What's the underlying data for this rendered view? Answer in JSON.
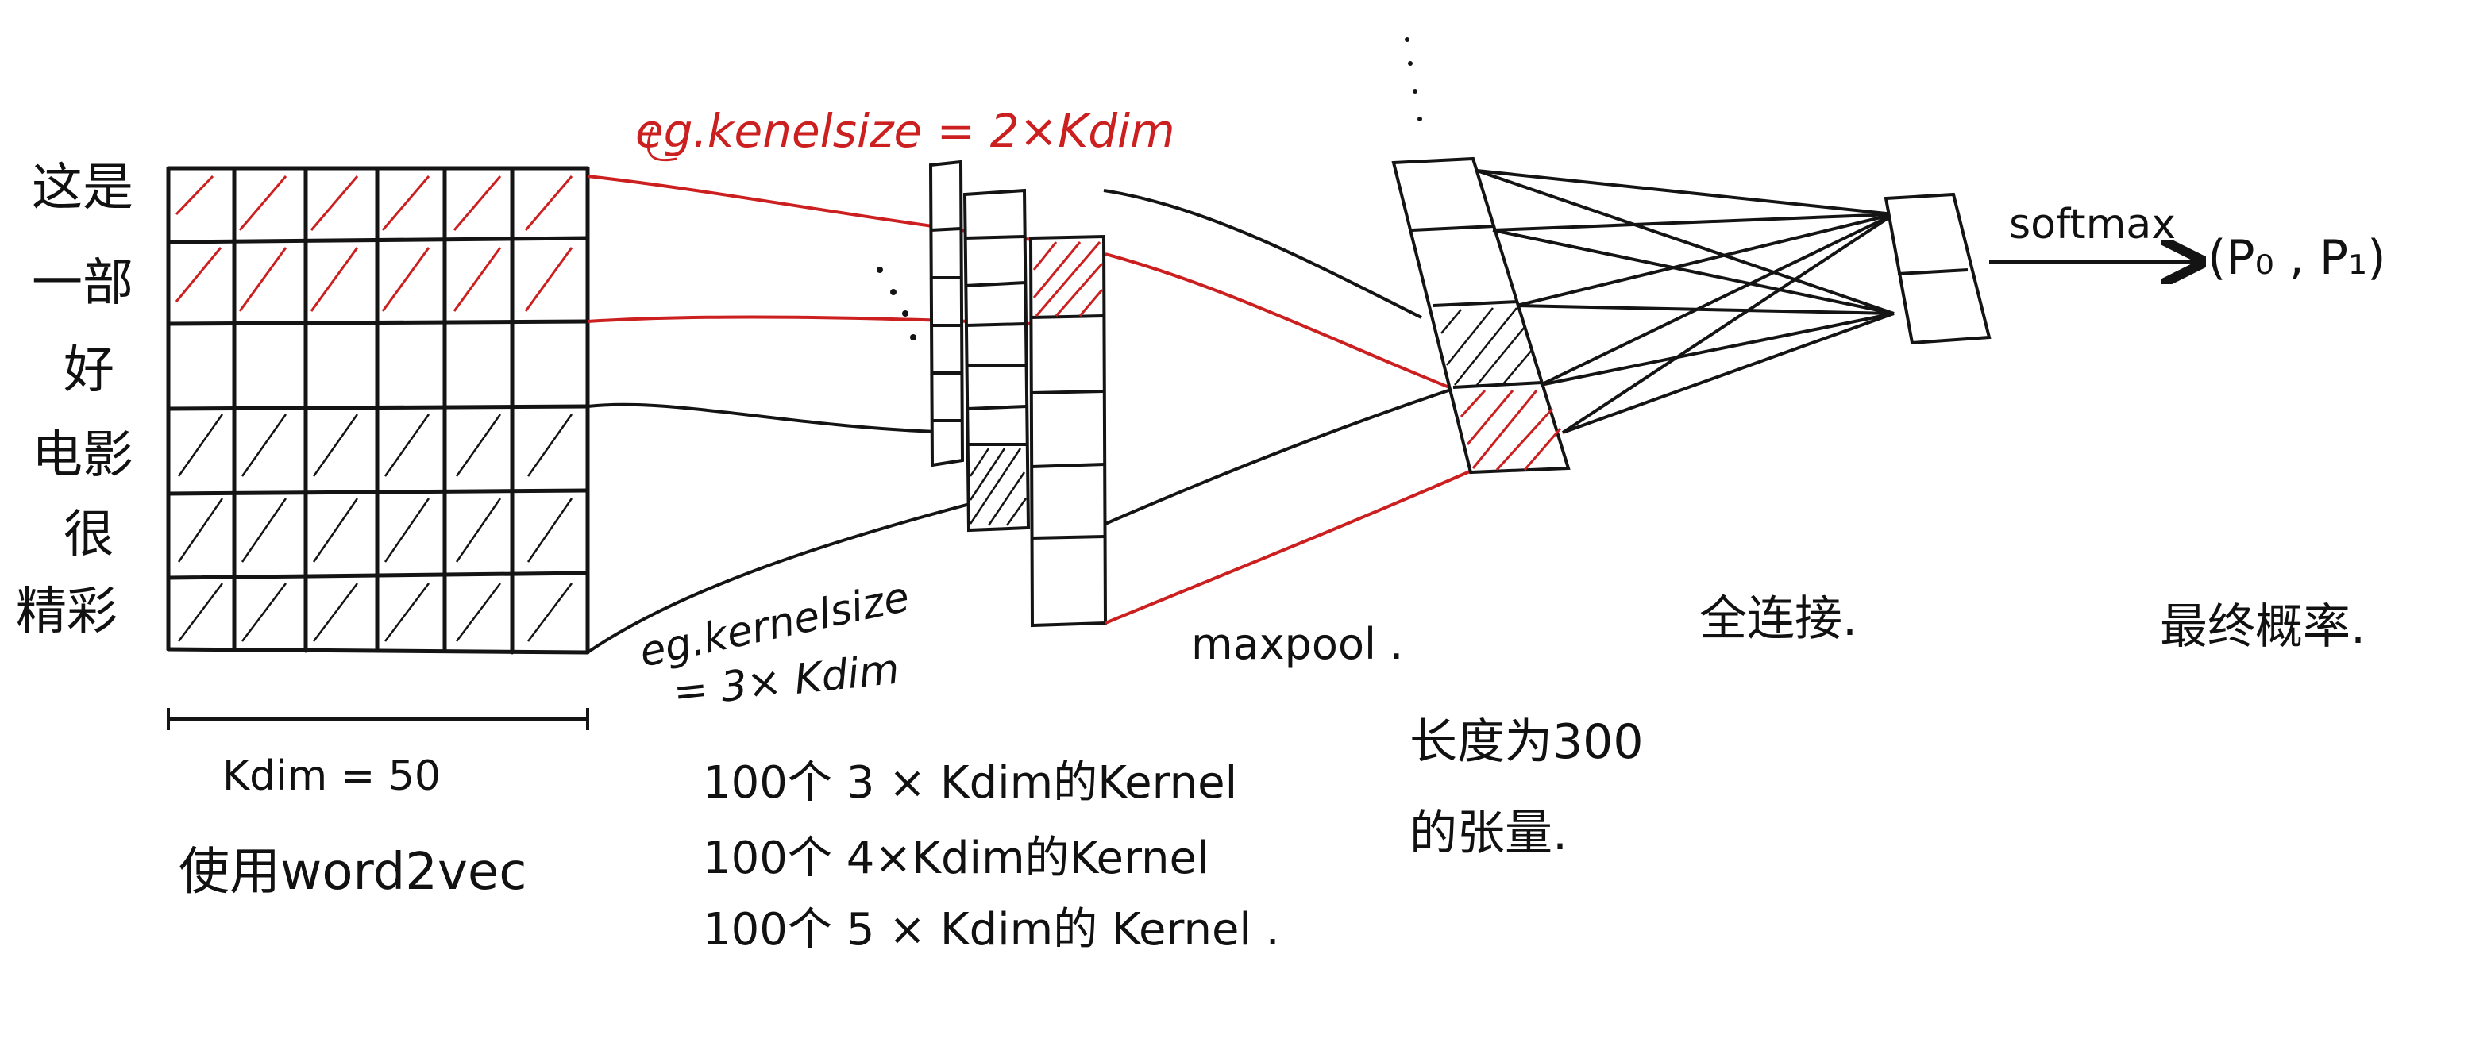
{
  "colors": {
    "ink": "#141414",
    "accent": "#cc1f1f",
    "paper": "#ffffff"
  },
  "sentence_words": [
    "这是",
    "一部",
    "好",
    "电影",
    "很",
    "精彩"
  ],
  "embedding": {
    "dim_label": "Kdim = 50",
    "caption": "使用word2vec"
  },
  "conv": {
    "kernel_example_top": "eg.kenelsize = 2×Kdim",
    "kernel_example_bottom_line1": "eg.kernelsize",
    "kernel_example_bottom_line2": "= 3× Kdim",
    "kernel_lines": [
      "100个 3 × Kdim的Kernel",
      "100个 4×Kdim的Kernel",
      "100个 5 × Kdim的 Kernel ."
    ]
  },
  "pool": {
    "label": "maxpool .",
    "result_line1": "长度为300",
    "result_line2": "的张量."
  },
  "fc": {
    "label": "全连接."
  },
  "output": {
    "softmax_label": "softmax",
    "probs_label": "(P₀ , P₁)",
    "final_label": "最终概率."
  }
}
